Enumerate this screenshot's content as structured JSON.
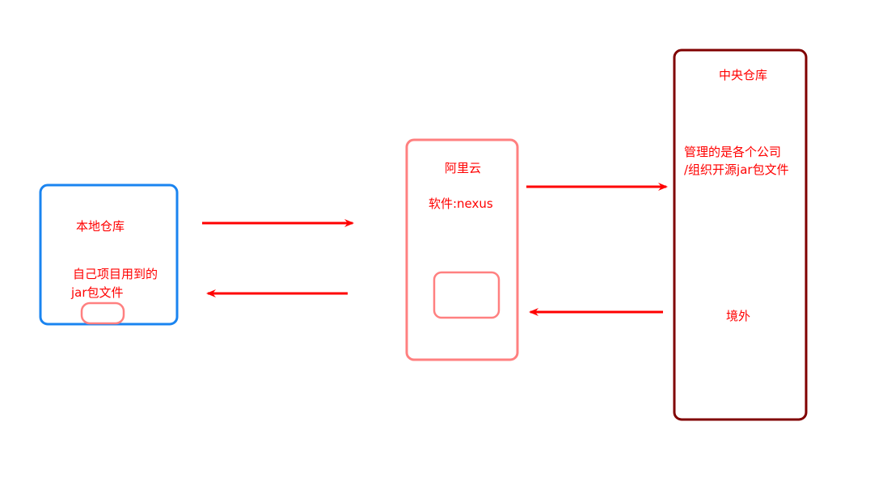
{
  "nodes": {
    "local": {
      "title": "本地仓库",
      "desc_line1": "自己项目用到的",
      "desc_line2": "jar包文件",
      "border_color": "#1a84f0"
    },
    "mirror": {
      "title": "阿里云",
      "desc": "软件:nexus",
      "border_color": "#ff8080"
    },
    "central": {
      "title": "中央仓库",
      "desc_line1": "管理的是各个公司",
      "desc_line2": "/组织开源jar包文件",
      "note": "境外",
      "border_color": "#800000"
    }
  },
  "colors": {
    "arrow": "#ff0000",
    "text": "#ff0000",
    "small_box": "#ff8080"
  }
}
